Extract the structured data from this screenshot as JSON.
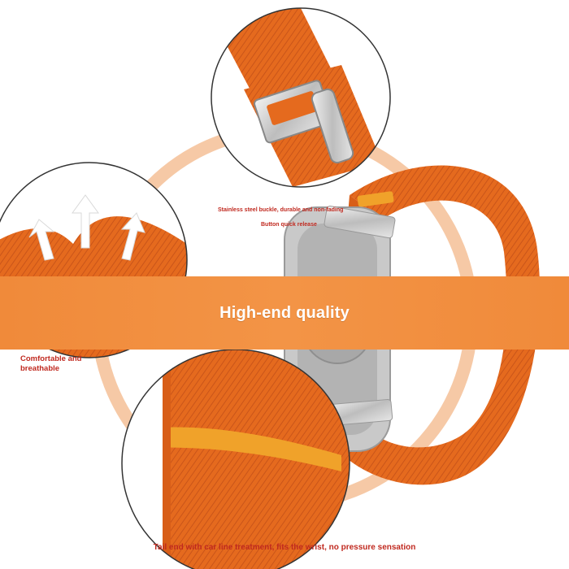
{
  "banner": {
    "title": "High-end quality"
  },
  "captions": {
    "buckle": "Stainless steel buckle, durable and non-fading",
    "release": "Button quick release",
    "comfort_line1": "Comfortable and",
    "comfort_line2": "breathable",
    "tail": "Tail end with car line treatment, fits the wrist, no pressure sensation"
  },
  "colors": {
    "band_orange": "#f08a3a",
    "strap_orange": "#e56a1e",
    "caption_red": "#c0291f",
    "ring_orange": "#f6c9a6"
  }
}
